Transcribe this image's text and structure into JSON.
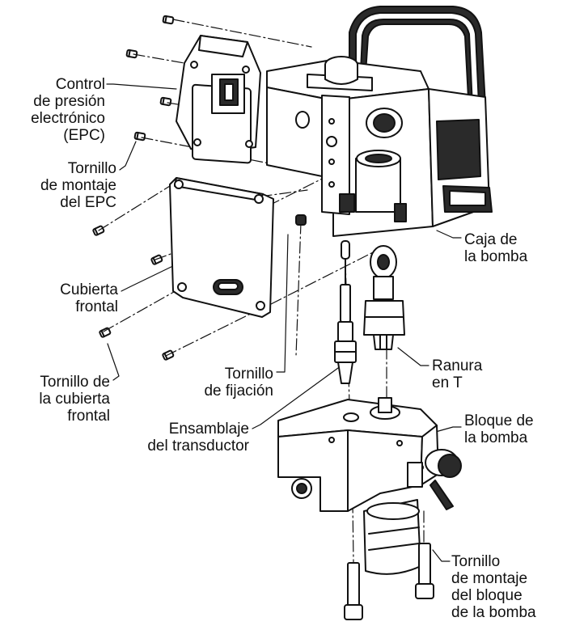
{
  "labels": {
    "epc": [
      "Control",
      "de presión",
      "electrónico",
      "(EPC)"
    ],
    "epc_screw": [
      "Tornillo",
      "de montaje",
      "del EPC"
    ],
    "front_cover": [
      "Cubierta",
      "frontal"
    ],
    "cover_screw": [
      "Tornillo de",
      "la cubierta",
      "frontal"
    ],
    "set_screw": [
      "Tornillo",
      "de fijación"
    ],
    "transducer": [
      "Ensamblaje",
      "del transductor"
    ],
    "pump_housing": [
      "Caja de",
      "la bomba"
    ],
    "t_slot": [
      "Ranura",
      "en T"
    ],
    "pump_block": [
      "Bloque de",
      "la bomba"
    ],
    "block_screw": [
      "Tornillo",
      "de montaje",
      "del bloque",
      "de la bomba"
    ]
  },
  "colors": {
    "line": "#111111",
    "fill": "#ffffff",
    "shade": "#2a2a2a"
  }
}
